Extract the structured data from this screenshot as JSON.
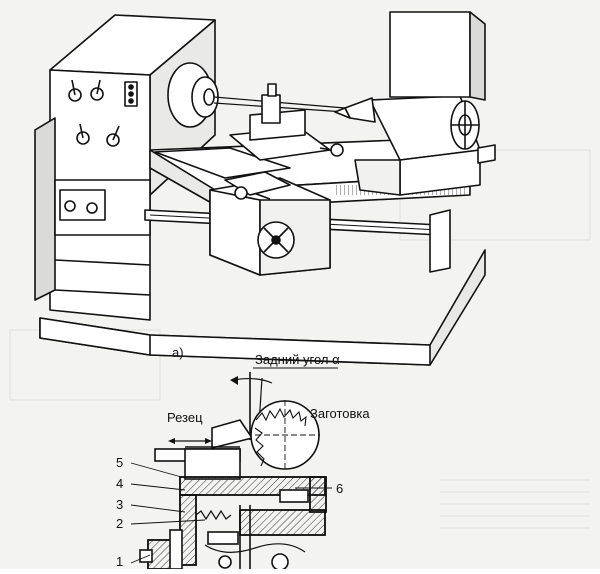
{
  "figure": {
    "panel_a_label": "а)",
    "clearance_angle_label": "Задний угол α",
    "cutter_label": "Резец",
    "workpiece_label": "Заготовка",
    "callouts": [
      "5",
      "4",
      "3",
      "2",
      "1",
      "6"
    ]
  }
}
